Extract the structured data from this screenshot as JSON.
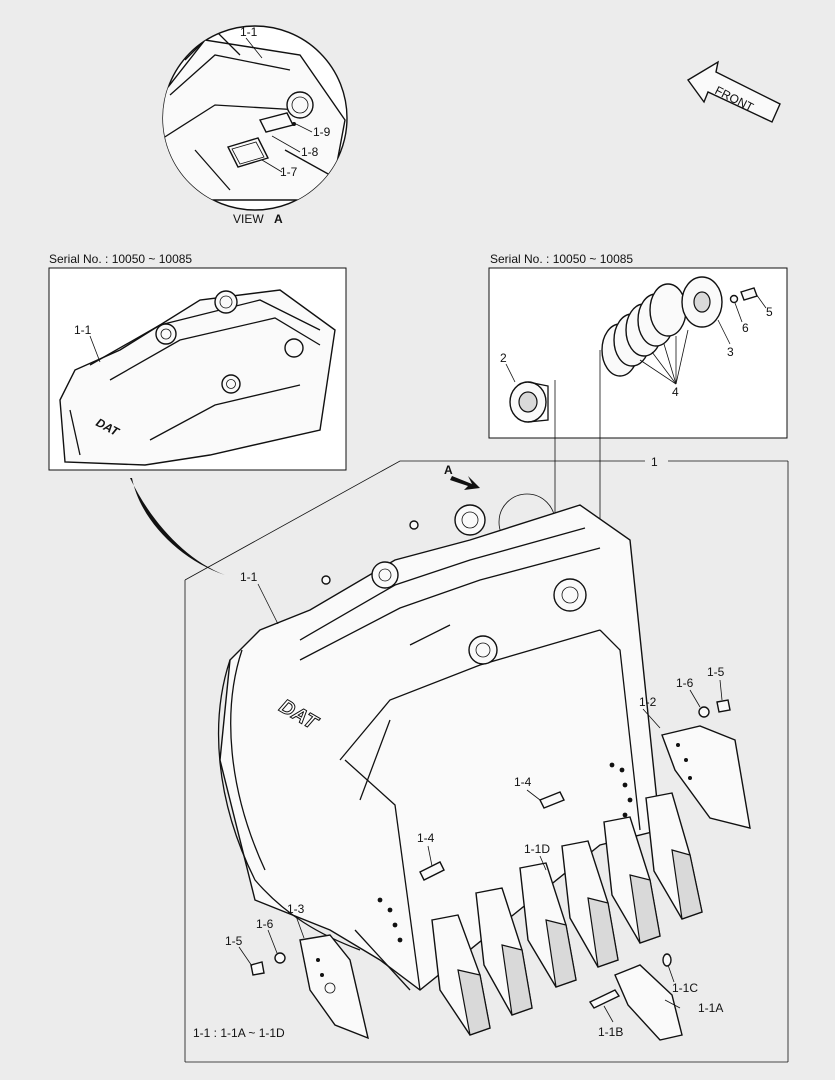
{
  "labels": {
    "view_a_title": "VIEW",
    "view_a_letter": "A",
    "front": "FRONT",
    "serial_left": "Serial No. : 10050 ~ 10085",
    "serial_right": "Serial No. : 10050 ~ 10085",
    "arrow_a": "A",
    "footnote": "1-1 : 1-1A ~ 1-1D",
    "logo": "DAT"
  },
  "callouts": {
    "detail_1_1": "1-1",
    "detail_1_9": "1-9",
    "detail_1_8": "1-8",
    "detail_1_7": "1-7",
    "left_1_1": "1-1",
    "right_2": "2",
    "right_3": "3",
    "right_4": "4",
    "right_5": "5",
    "right_6": "6",
    "main_1": "1",
    "main_1_1": "1-1",
    "main_1_2": "1-2",
    "main_1_3": "1-3",
    "main_1_4_top": "1-4",
    "main_1_4_left": "1-4",
    "main_1_5_right": "1-5",
    "main_1_6_right": "1-6",
    "main_1_5_left": "1-5",
    "main_1_6_left": "1-6",
    "main_1_1d": "1-1D",
    "main_1_1a": "1-1A",
    "main_1_1b": "1-1B",
    "main_1_1c": "1-1C"
  }
}
